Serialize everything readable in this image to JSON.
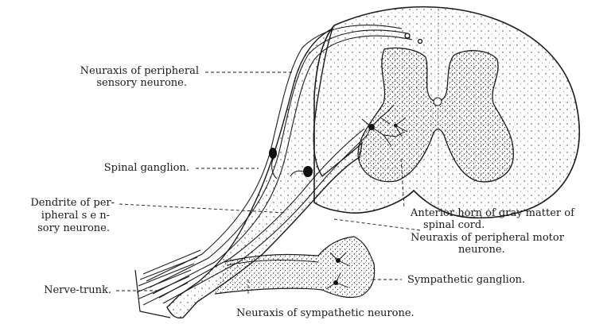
{
  "labels": {
    "sensory_neuraxis_1": "Neuraxis of peripheral",
    "sensory_neuraxis_2": "sensory neurone.",
    "spinal_ganglion": "Spinal ganglion.",
    "dendrite_1": "Dendrite of per-",
    "dendrite_2": "ipheral  s e n-",
    "dendrite_3": "sory neurone.",
    "nerve_trunk": "Nerve-trunk.",
    "anterior_horn_1": "Anterior horn of gray matter of",
    "anterior_horn_2": "spinal cord.",
    "motor_neuraxis_1": "Neuraxis of peripheral motor",
    "motor_neuraxis_2": "neurone.",
    "sympathetic_ganglion": "Sympathetic ganglion.",
    "sympathetic_neuraxis": "Neuraxis of sympathetic neurone."
  }
}
